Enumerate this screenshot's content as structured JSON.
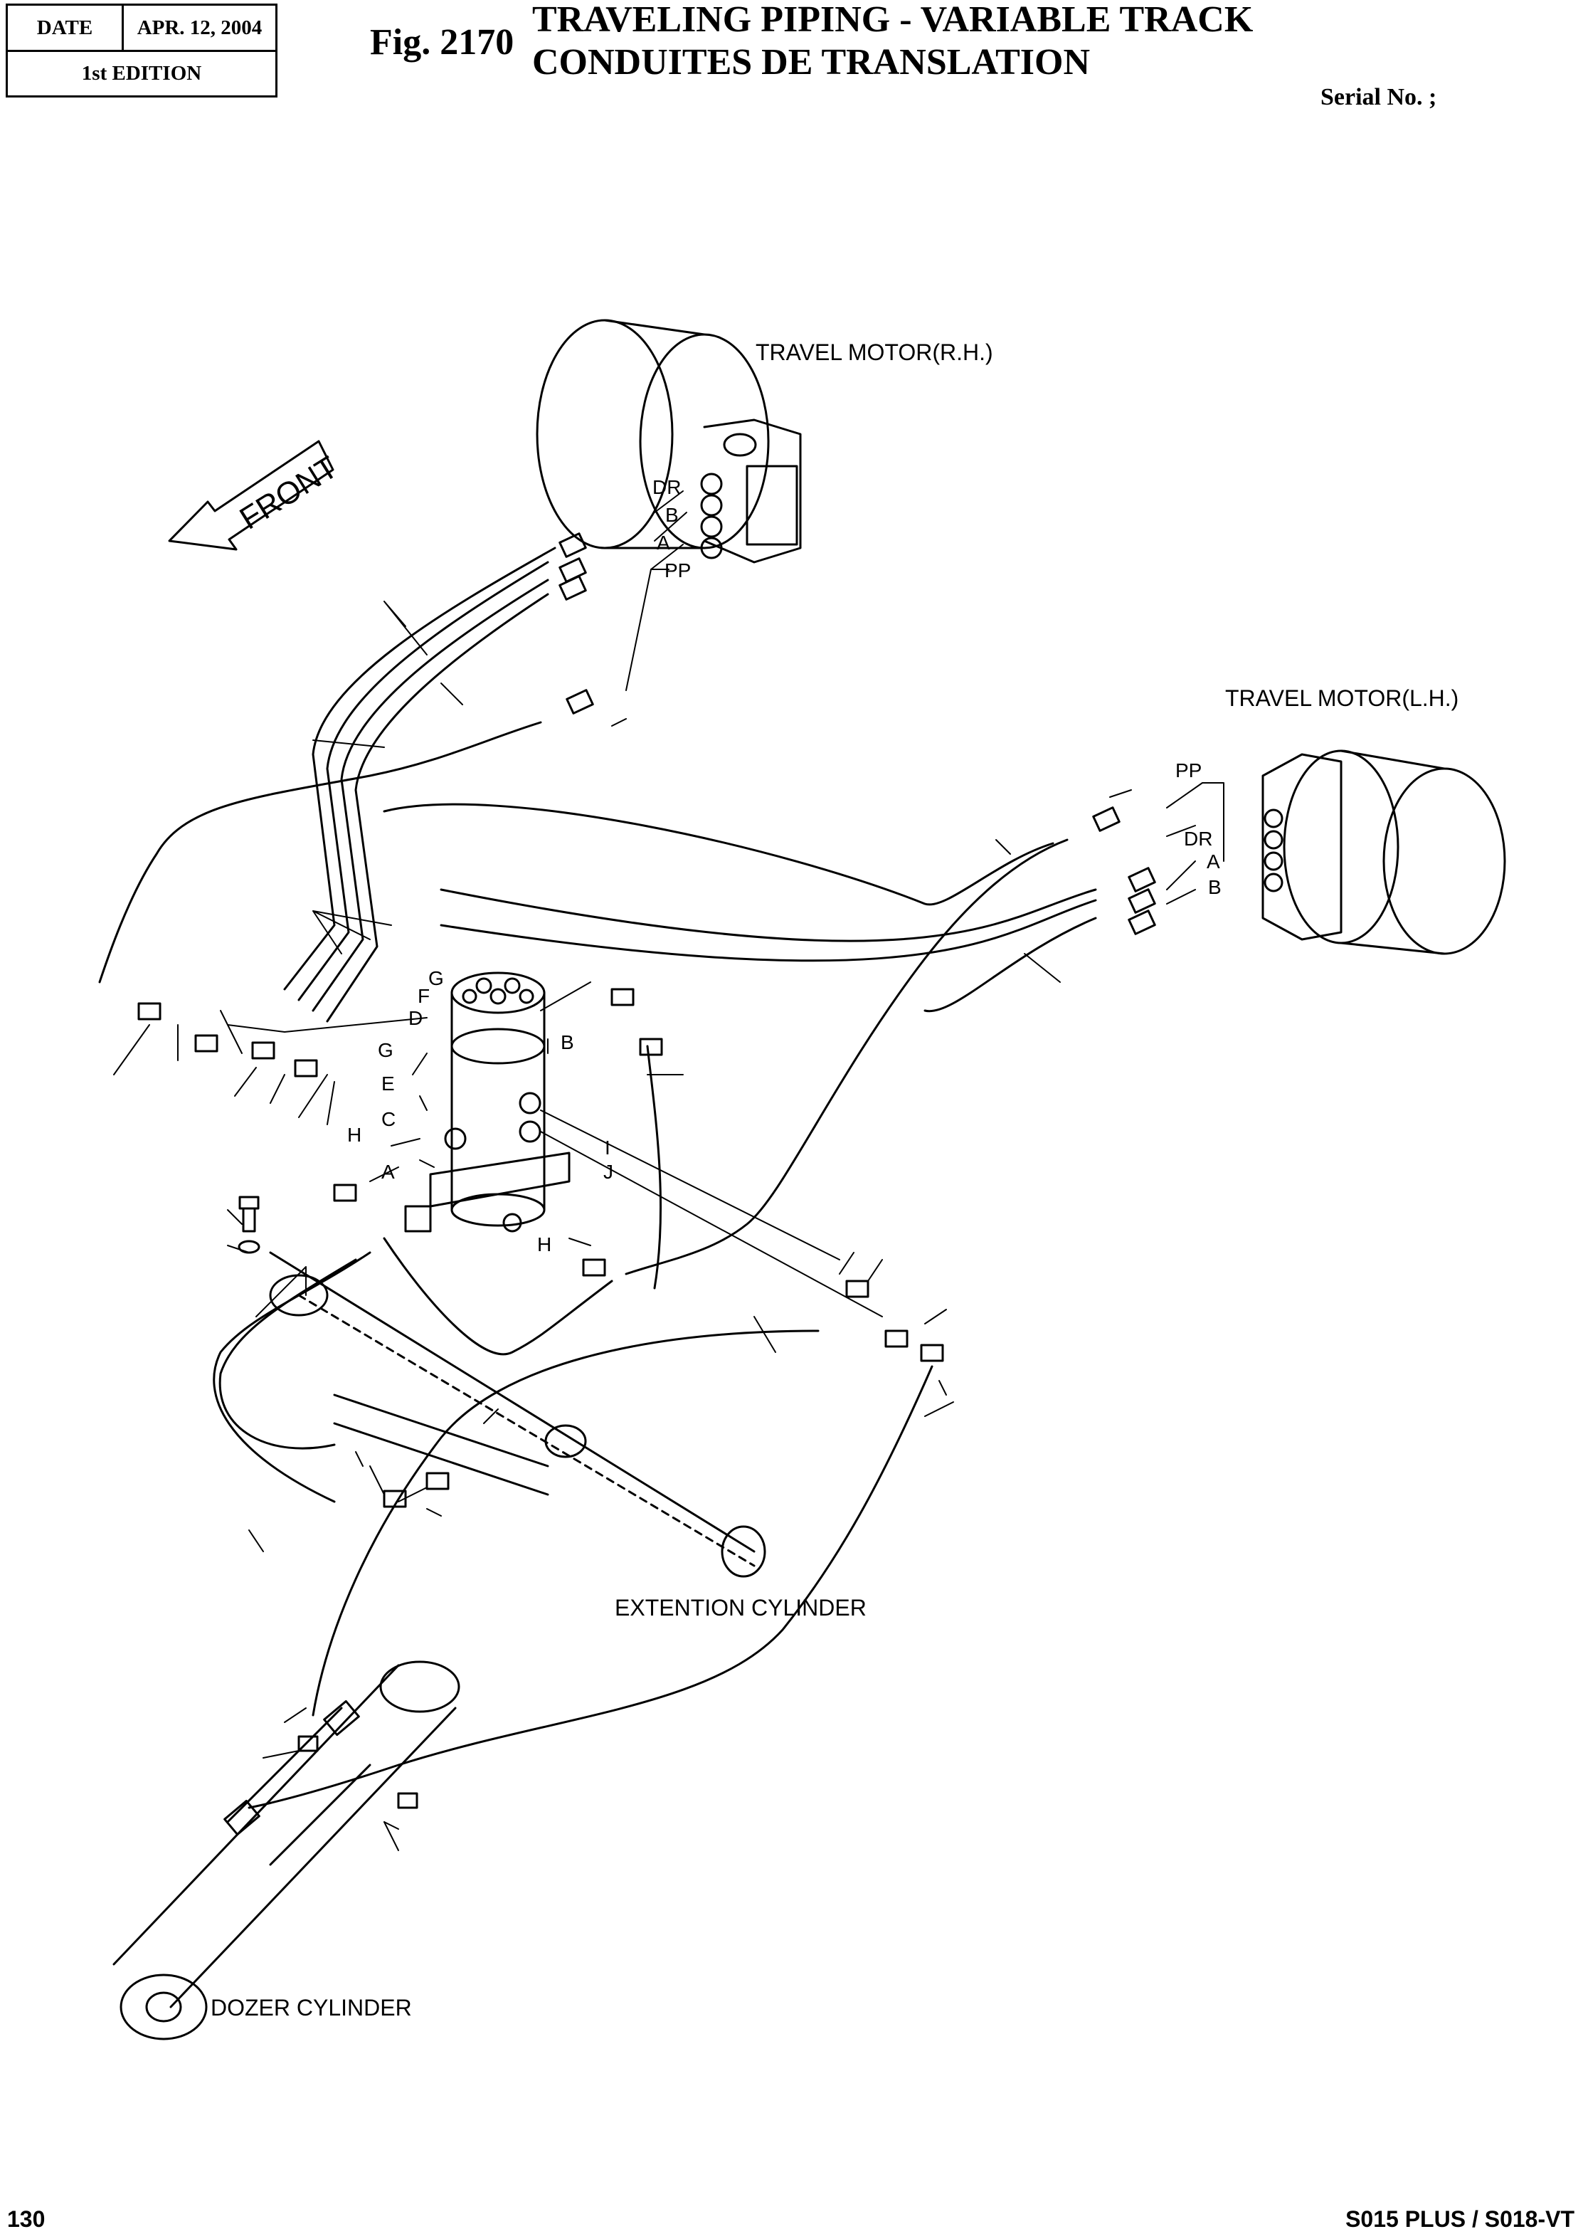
{
  "header": {
    "date_label": "DATE",
    "date_value": "APR. 12, 2004",
    "edition": "1st EDITION",
    "fig_number": "Fig. 2170",
    "title_en": "TRAVELING PIPING - VARIABLE TRACK",
    "title_fr": "CONDUITES DE TRANSLATION",
    "serial": "Serial No. ;"
  },
  "labels": {
    "front": "FRONT",
    "travel_motor_rh": "TRAVEL MOTOR(R.H.)",
    "travel_motor_lh": "TRAVEL MOTOR(L.H.)",
    "extension_cylinder": "EXTENTION CYLINDER",
    "dozer_cylinder": "DOZER CYLINDER"
  },
  "port_letters": {
    "rh_dr": "DR",
    "rh_b": "B",
    "rh_a": "A",
    "rh_pp": "PP",
    "lh_pp": "PP",
    "lh_dr": "DR",
    "lh_a": "A",
    "lh_b": "B",
    "sj_g1": "G",
    "sj_f": "F",
    "sj_d": "D",
    "sj_g2": "G",
    "sj_e": "E",
    "sj_c": "C",
    "sj_h1": "H",
    "sj_a": "A",
    "sj_b": "B",
    "sj_i": "I",
    "sj_j": "J",
    "sj_h2": "H"
  },
  "footer": {
    "page": "130",
    "model": "S015 PLUS / S018-VT"
  }
}
